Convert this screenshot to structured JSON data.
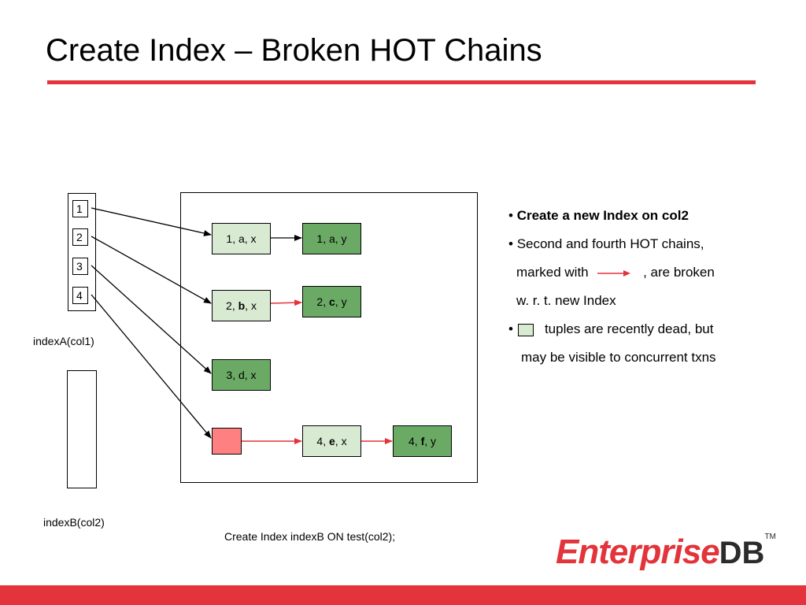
{
  "slide": {
    "title": "Create Index – Broken HOT Chains"
  },
  "index_a": {
    "label": "indexA(col1)",
    "entries": [
      "1",
      "2",
      "3",
      "4"
    ]
  },
  "index_b": {
    "label": "indexB(col2)"
  },
  "heap": {
    "tuples": {
      "t1a": "1, a, x",
      "t1b": "1, a, y",
      "t2a": {
        "pre": "2, ",
        "bold": "b",
        "post": ", x"
      },
      "t2b": {
        "pre": "2, ",
        "bold": "c",
        "post": ", y"
      },
      "t3a": "3, d, x",
      "t4b": {
        "pre": "4, ",
        "bold": "e",
        "post": ", x"
      },
      "t4c": {
        "pre": "4, ",
        "bold": "f",
        "post": ", y"
      }
    }
  },
  "notes": {
    "b1": "Create a new Index on col2",
    "b2_line1": "Second and fourth HOT chains,",
    "b2_line2_pre": "marked with",
    "b2_line2_post": ", are broken",
    "b2_line3": "w. r. t. new Index",
    "b3_line1": "tuples are recently dead, but",
    "b3_line2": "may be visible to concurrent txns",
    "bullet": "•"
  },
  "sql": "Create Index indexB ON test(col2);",
  "logo": {
    "main": "Enterprise",
    "db": "DB",
    "tm": "TM"
  },
  "colors": {
    "accent": "#e2343a",
    "live_tuple": "#6aaa64",
    "recently_dead_tuple": "#d9ead3",
    "dead_tuple": "#ff8080",
    "broken_arrow": "#e2343a"
  }
}
